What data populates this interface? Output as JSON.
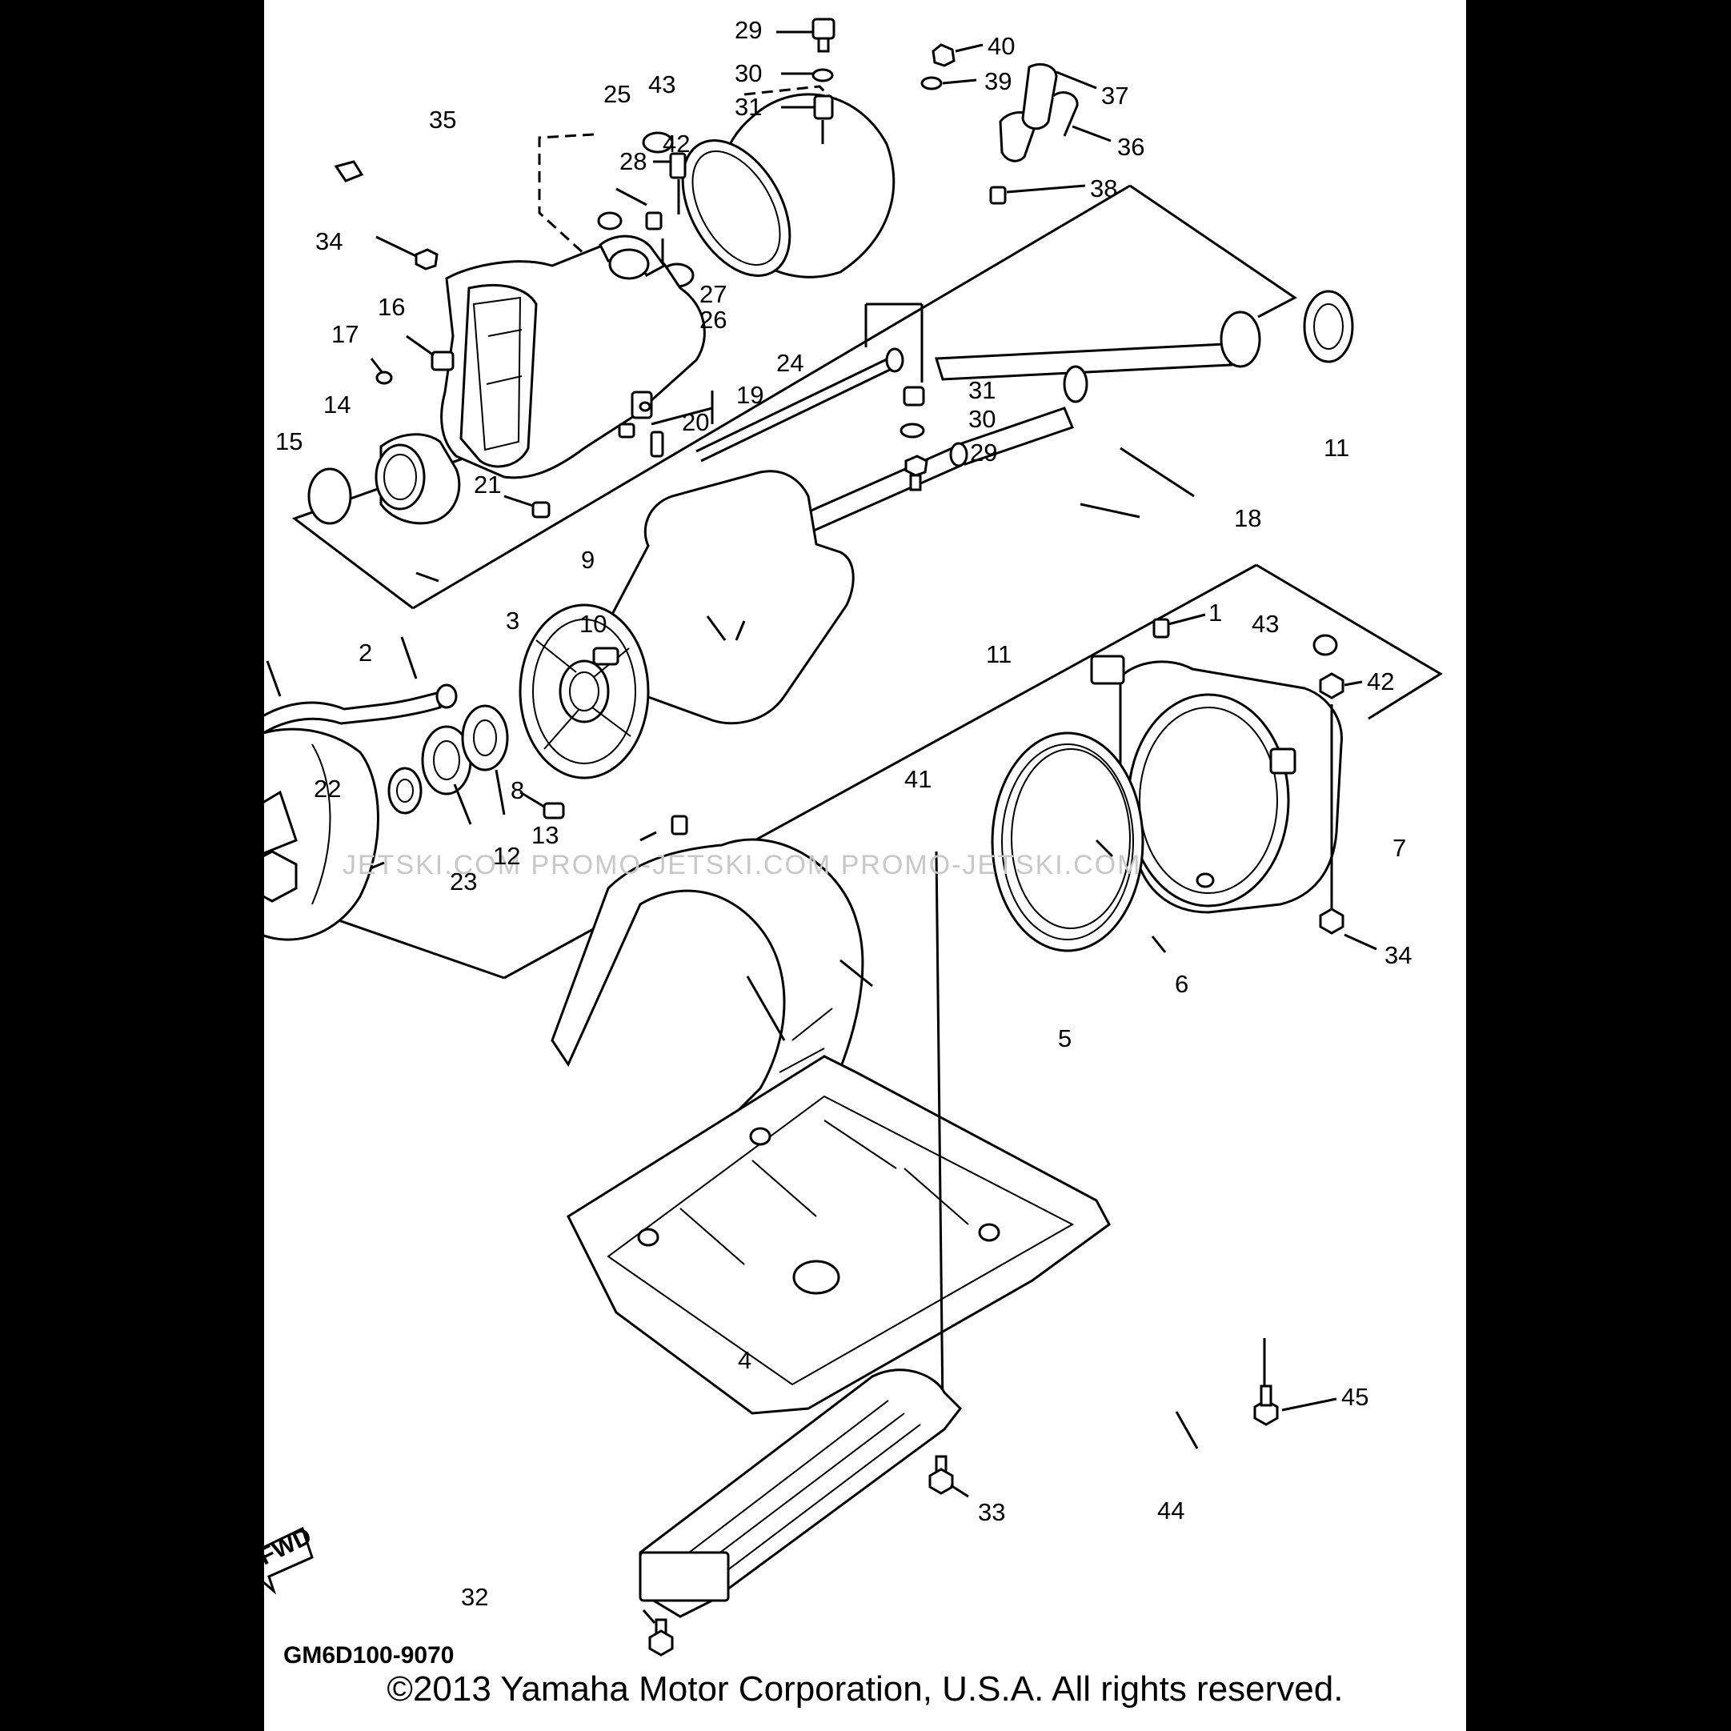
{
  "diagram": {
    "drawing_code": "GM6D100-9070",
    "fwd_label": "FWD",
    "watermark": "JETSKI.COM PROMO-JETSKI.COM PROMO-JETSKI.COM",
    "copyright": "©2013 Yamaha Motor Corporation, U.S.A. All rights reserved.",
    "callouts": [
      "29",
      "30",
      "31",
      "40",
      "39",
      "37",
      "36",
      "38",
      "43",
      "42",
      "25",
      "28",
      "35",
      "34",
      "16",
      "17",
      "27",
      "26",
      "24",
      "19",
      "20",
      "14",
      "15",
      "21",
      "31",
      "30",
      "29",
      "11",
      "18",
      "9",
      "10",
      "3",
      "2",
      "22",
      "23",
      "12",
      "13",
      "8",
      "11",
      "1",
      "43",
      "42",
      "7",
      "41",
      "34",
      "6",
      "5",
      "4",
      "33",
      "44",
      "45",
      "32"
    ]
  }
}
